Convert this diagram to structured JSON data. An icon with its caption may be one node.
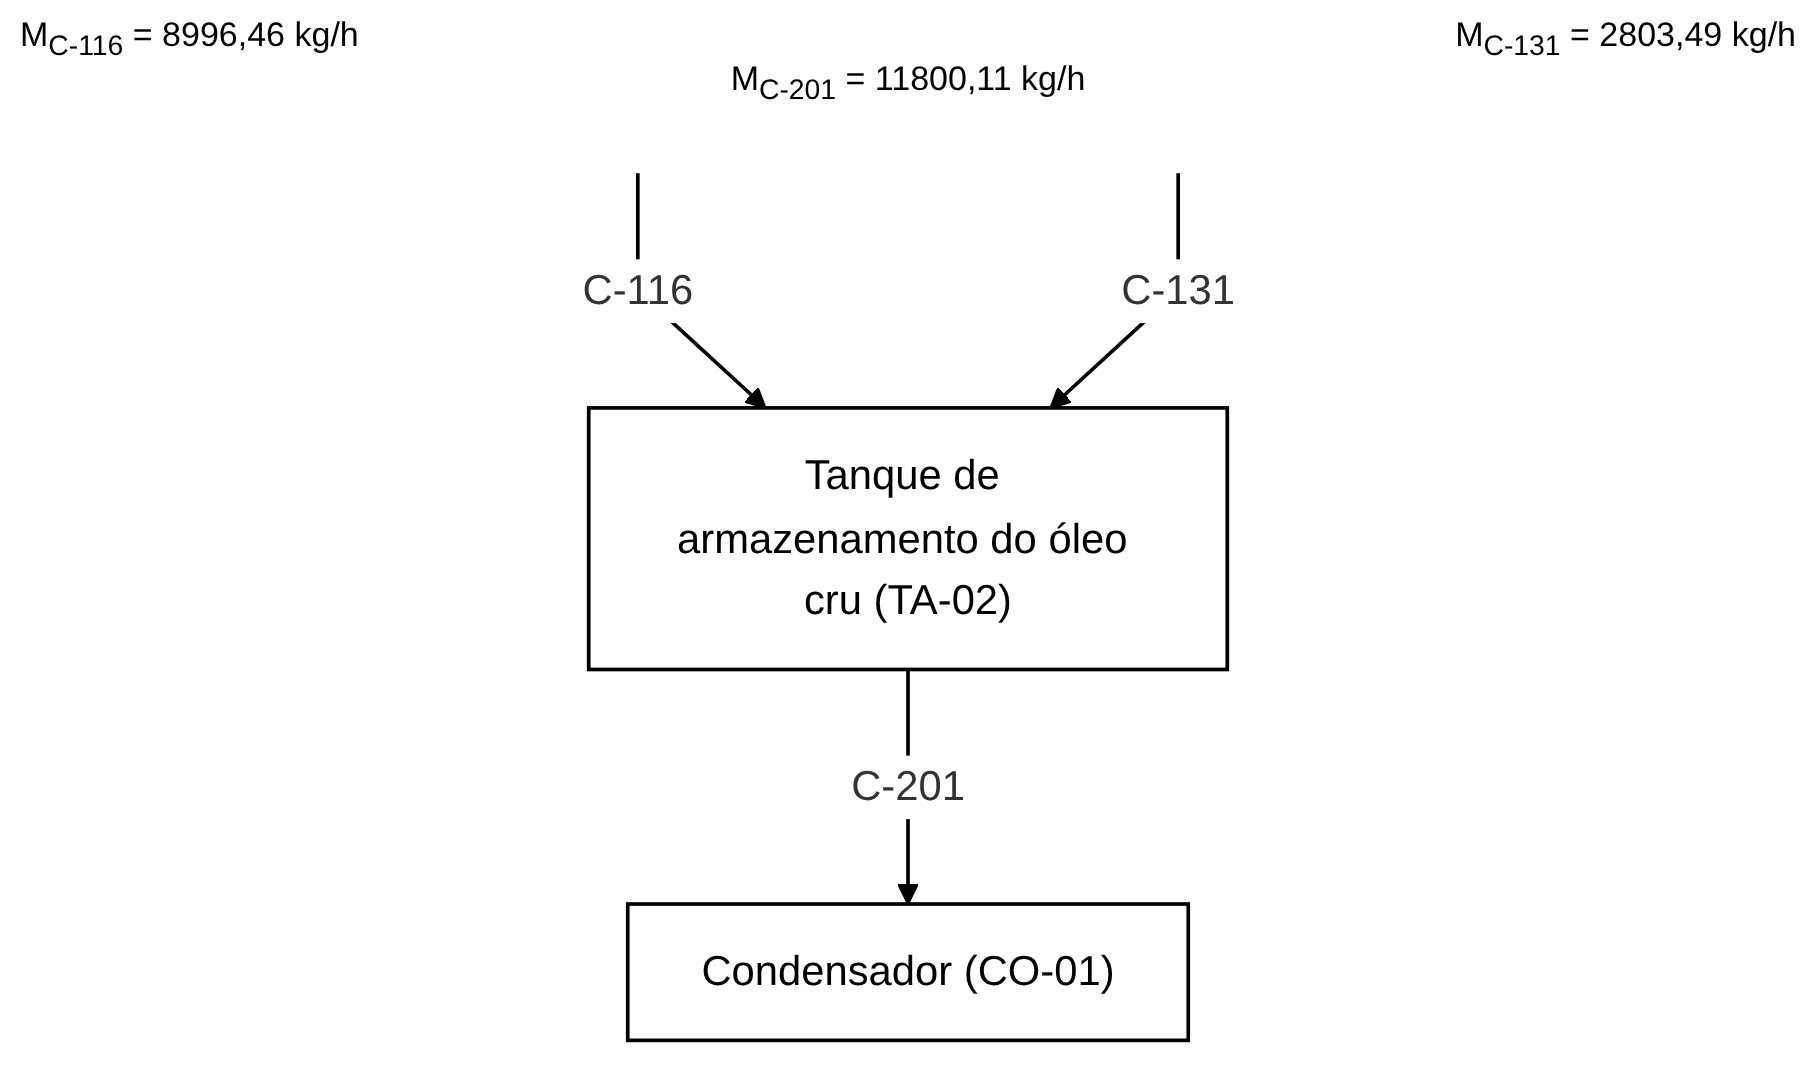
{
  "diagram": {
    "nodes": [
      {
        "text": [
          "Tanque de armazenamento do óleo cru (TA-02)"
        ]
      },
      {
        "text": [
          "Condensador (CO-01)"
        ]
      }
    ],
    "edges": [
      {
        "from": null,
        "to": 0,
        "arrow": "to",
        "label": "C-116"
      },
      {
        "from": null,
        "to": 0,
        "arrow": "to",
        "label": "C-131"
      },
      {
        "from": 0,
        "to": 1,
        "arrow": "to",
        "label": "C-201"
      }
    ],
    "labels": [
      "M$_{C-116}$ = 8996,46 kg/h",
      "M$_{C-131}$ = 2803,49 kg/h",
      "M$_{C-201}$ = 11800,11 kg/h"
    ]
  }
}
